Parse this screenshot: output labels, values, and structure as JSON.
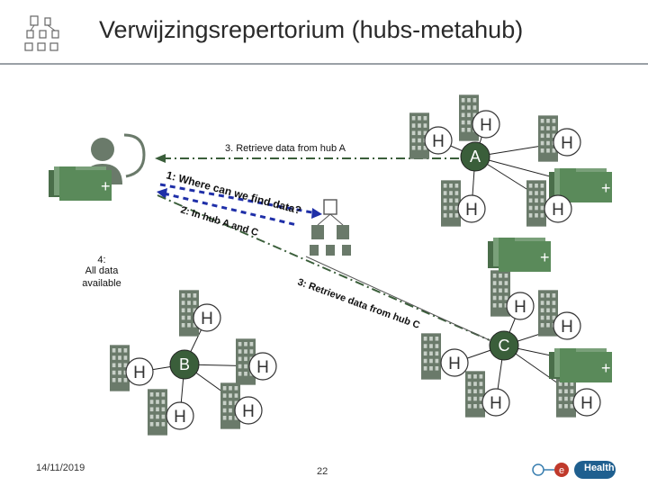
{
  "title": "Verwijzingsrepertorium (hubs-metahub)",
  "labels": {
    "step1": "1: Where can we find data?",
    "step2": "2: In hub A and C",
    "step3a": "3. Retrieve data from hub A",
    "step3c": "3: Retrieve data from hub C",
    "step4_line1": "4:",
    "step4_line2": "All data",
    "step4_line3": "available"
  },
  "hubs": {
    "a": "A",
    "b": "B",
    "c": "C"
  },
  "hospital_letter": "H",
  "footer": {
    "date": "14/11/2019",
    "page": "22",
    "logo_text": "Health",
    "logo_letter": "e"
  },
  "colors": {
    "hub_fill": "#3a5e3a",
    "folder_green": "#5a8a5a",
    "arrow_blue": "#1f2fa8",
    "dash_green": "#3a5e3a"
  }
}
